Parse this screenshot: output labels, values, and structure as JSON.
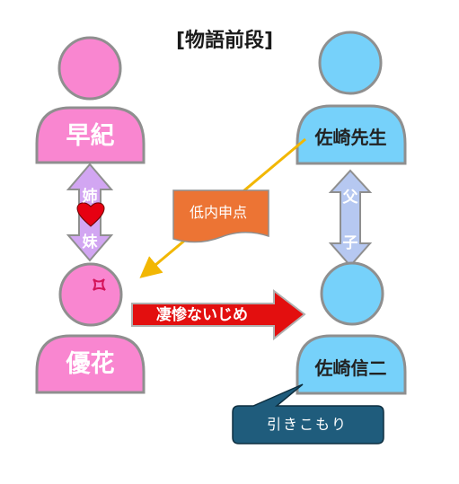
{
  "title": "[物語前段]",
  "people": {
    "saki": "早紀",
    "yuka": "優花",
    "sensei": "佐崎先生",
    "shinji": "佐崎信二"
  },
  "relations": {
    "sisters_top": "姉",
    "sisters_bottom": "妹",
    "father_son_top": "父",
    "father_son_bottom": "子"
  },
  "callouts": {
    "low_grade": "低内申点",
    "bullying": "凄惨ないじめ",
    "withdrawal": "引きこもり"
  },
  "colors": {
    "pink": "#f986d0",
    "blue": "#76d1fa",
    "lavender_arrow": "#d2a6f2",
    "blue_arrow": "#b6c8f1",
    "orange": "#ec7434",
    "red": "#e30f0f",
    "navy_callout": "#1f5c7c",
    "yellow_line": "#f2b703",
    "heart": "#e60012"
  }
}
